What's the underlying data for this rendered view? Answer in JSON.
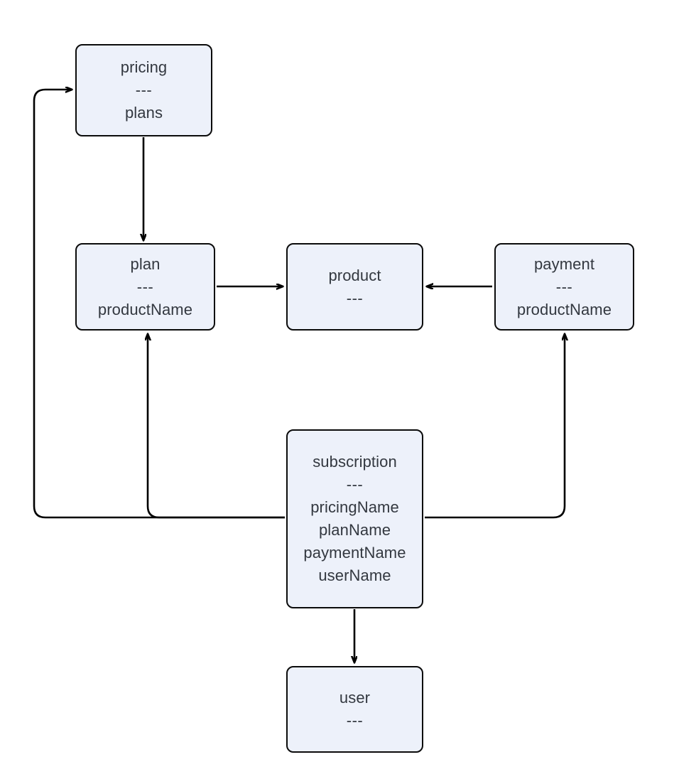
{
  "diagram": {
    "type": "entity-relationship-flow",
    "background_color": "#ffffff",
    "node_fill_color": "#edf1fa",
    "node_border_color": "#0b0b0b",
    "text_color": "#333840",
    "edge_color": "#000000",
    "separator": "---",
    "nodes": [
      {
        "id": "pricing",
        "title": "pricing",
        "separator": "---",
        "fields": [
          "plans"
        ]
      },
      {
        "id": "plan",
        "title": "plan",
        "separator": "---",
        "fields": [
          "productName"
        ]
      },
      {
        "id": "product",
        "title": "product",
        "separator": "---",
        "fields": []
      },
      {
        "id": "payment",
        "title": "payment",
        "separator": "---",
        "fields": [
          "productName"
        ]
      },
      {
        "id": "subscription",
        "title": "subscription",
        "separator": "---",
        "fields": [
          "pricingName",
          "planName",
          "paymentName",
          "userName"
        ]
      },
      {
        "id": "user",
        "title": "user",
        "separator": "---",
        "fields": []
      }
    ],
    "edges": [
      {
        "id": "pricing-to-plan",
        "from": "pricing",
        "to": "plan",
        "direction": "down"
      },
      {
        "id": "plan-to-product",
        "from": "plan",
        "to": "product",
        "direction": "right"
      },
      {
        "id": "payment-to-product",
        "from": "payment",
        "to": "product",
        "direction": "left"
      },
      {
        "id": "subscription-to-pricing",
        "from": "subscription",
        "to": "pricing",
        "direction": "left-up"
      },
      {
        "id": "subscription-to-plan",
        "from": "subscription",
        "to": "plan",
        "direction": "left-up"
      },
      {
        "id": "subscription-to-payment",
        "from": "subscription",
        "to": "payment",
        "direction": "right-up"
      },
      {
        "id": "subscription-to-user",
        "from": "subscription",
        "to": "user",
        "direction": "down"
      }
    ]
  }
}
